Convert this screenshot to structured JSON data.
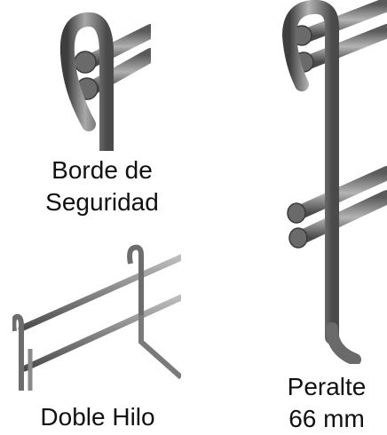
{
  "panels": {
    "borde": {
      "caption_line1": "Borde de",
      "caption_line2": "Seguridad",
      "icon": "safety-edge-wire-illustration"
    },
    "doble": {
      "caption": "Doble Hilo",
      "icon": "double-wire-illustration"
    },
    "peralte": {
      "caption_line1": "Peralte",
      "caption_line2": "66 mm",
      "icon": "height-profile-wire-illustration"
    }
  },
  "colors": {
    "wire_light": "#b7b7b7",
    "wire_mid": "#7f7f7f",
    "wire_dark": "#404040",
    "text": "#111111",
    "background": "#ffffff"
  }
}
